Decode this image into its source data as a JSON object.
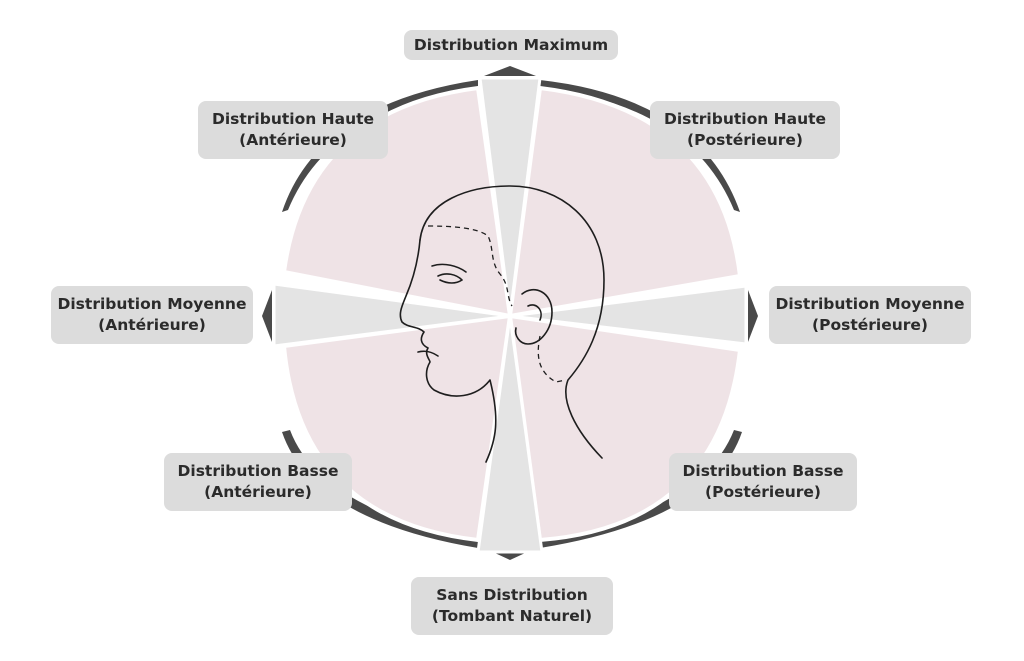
{
  "labels": {
    "maximum": {
      "line1": "Distribution Maximum"
    },
    "high_front": {
      "line1": "Distribution Haute",
      "line2": "(Antérieure)"
    },
    "high_back": {
      "line1": "Distribution Haute",
      "line2": "(Postérieure)"
    },
    "mid_front": {
      "line1": "Distribution Moyenne",
      "line2": "(Antérieure)"
    },
    "mid_back": {
      "line1": "Distribution Moyenne",
      "line2": "(Postérieure)"
    },
    "low_front": {
      "line1": "Distribution Basse",
      "line2": "(Antérieure)"
    },
    "low_back": {
      "line1": "Distribution Basse",
      "line2": "(Postérieure)"
    },
    "none": {
      "line1": "Sans Distribution",
      "line2": "(Tombant Naturel)"
    }
  },
  "colors": {
    "sector_fill": "#efe3e6",
    "band_fill": "#e4e4e4",
    "outline": "#4a4a4a",
    "label_bg": "#dcdcdc",
    "label_text": "#2b2b2b"
  }
}
